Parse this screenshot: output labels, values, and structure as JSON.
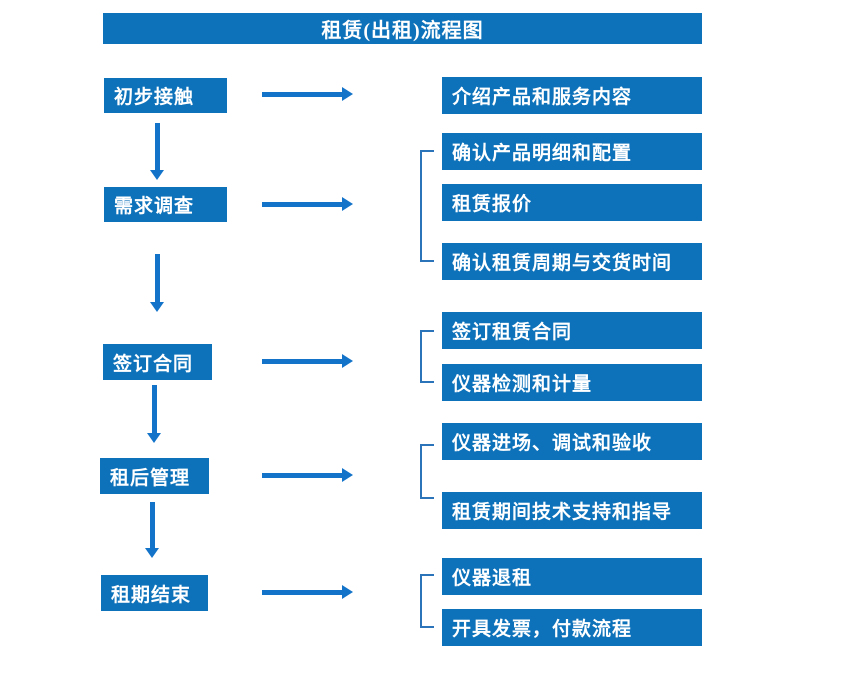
{
  "title": "租赁(出租)流程图",
  "colors": {
    "box_blue": "#0d72ba",
    "arrow_blue": "#1273c9",
    "bracket_blue": "#2b74ba",
    "text_white": "#ffffff"
  },
  "steps": [
    {
      "label": "初步接触",
      "outputs": [
        "介绍产品和服务内容"
      ]
    },
    {
      "label": "需求调查",
      "outputs": [
        "确认产品明细和配置",
        "租赁报价",
        "确认租赁周期与交货时间"
      ]
    },
    {
      "label": "签订合同",
      "outputs": [
        "签订租赁合同",
        "仪器检测和计量"
      ]
    },
    {
      "label": "租后管理",
      "outputs": [
        "仪器进场、调试和验收",
        "租赁期间技术支持和指导"
      ]
    },
    {
      "label": "租期结束",
      "outputs": [
        "仪器退租",
        "开具发票，付款流程"
      ]
    }
  ]
}
